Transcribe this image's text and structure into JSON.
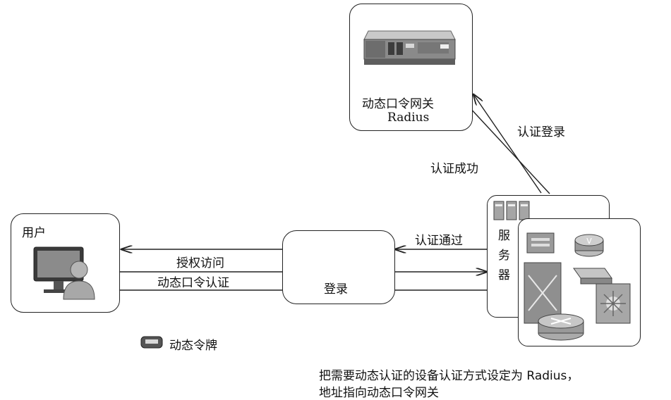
{
  "gateway": {
    "title": "动态口令网关",
    "subtitle": "Radius"
  },
  "user": {
    "title": "用户"
  },
  "login": {
    "title": "登录"
  },
  "server": {
    "chars": [
      "服",
      "务",
      "器"
    ]
  },
  "arrows": {
    "auth_login": "认证登录",
    "auth_success": "认证成功",
    "auth_passed": "认证通过",
    "authorized_access": "授权访问",
    "otp_auth": "动态口令认证"
  },
  "token": {
    "label": "动态令牌"
  },
  "note": {
    "line1": "把需要动态认证的设备认证方式设定为 Radius，",
    "line2": "地址指向动态口令网关"
  }
}
